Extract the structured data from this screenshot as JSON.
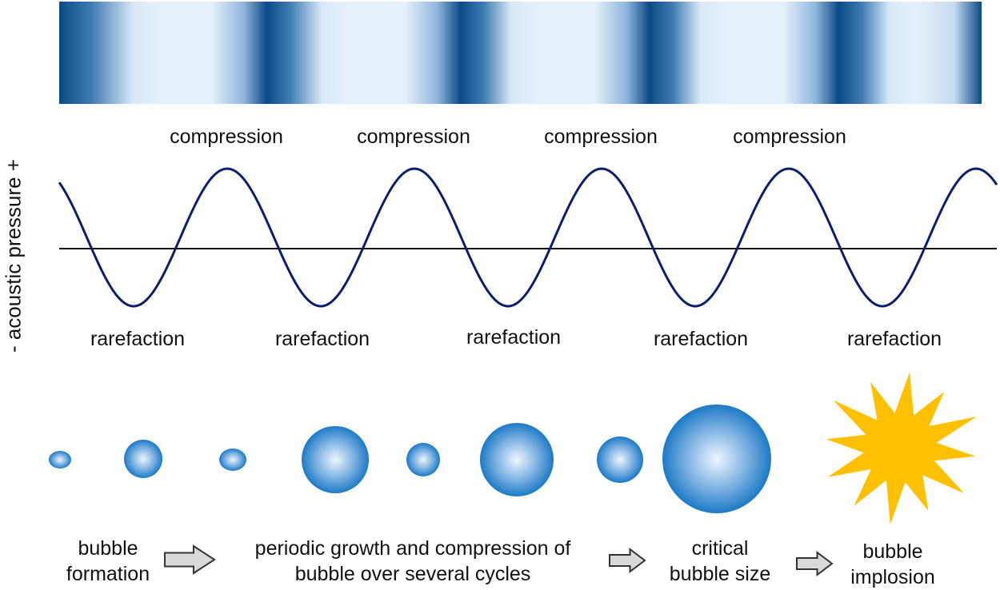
{
  "labels": {
    "y_axis": "- acoustic pressure +",
    "compression": [
      "compression",
      "compression",
      "compression",
      "compression"
    ],
    "rarefaction": [
      "rarefaction",
      "rarefaction",
      "rarefaction",
      "rarefaction",
      "rarefaction"
    ]
  },
  "steps": [
    {
      "line1": "bubble",
      "line2": "formation"
    },
    {
      "line1": "periodic growth and compression of",
      "line2": "bubble over several cycles"
    },
    {
      "line1": "critical",
      "line2": "bubble size"
    },
    {
      "line1": "bubble",
      "line2": "implosion"
    }
  ],
  "colors": {
    "wave": "#0b1f6e",
    "band_dark": "#0a4a86",
    "band_light": "#e6f0fb",
    "bubble_edge": "#1c7ac6",
    "bubble_center": "#eef6ff",
    "star": "#ffc000",
    "arrow_fill": "#d9d9d9",
    "arrow_stroke": "#333333"
  },
  "icons": {
    "arrow": "right-arrow-icon",
    "star": "implosion-star-icon"
  }
}
